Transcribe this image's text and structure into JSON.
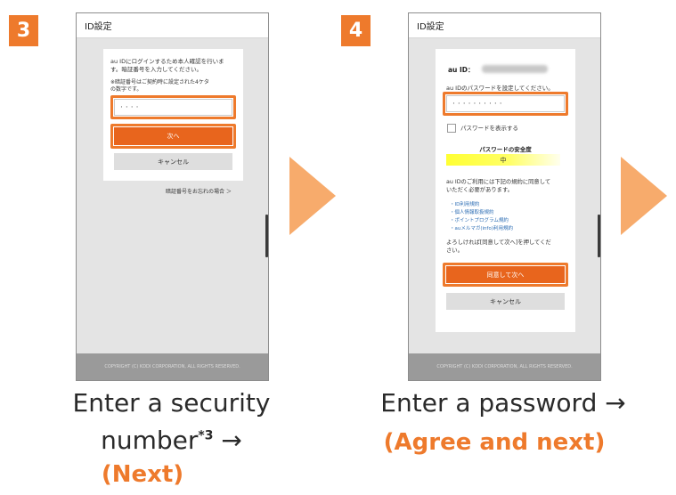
{
  "step3": {
    "badge": "3",
    "header_title": "ID設定",
    "instruction_line1": "au IDにログインするため本人確認を行いま",
    "instruction_line2": "す。暗証番号を入力してください。",
    "note_line1": "※暗証番号はご契約時に設定された4ケタ",
    "note_line2": "の数字です。",
    "pin_value": "····",
    "next_button": "次へ",
    "cancel_button": "キャンセル",
    "forgot_link": "暗証番号をお忘れの場合 ＞",
    "footer": "COPYRIGHT (C) KDDI CORPORATION, ALL RIGHTS RESERVED."
  },
  "step4": {
    "badge": "4",
    "header_title": "ID設定",
    "au_id_label": "au ID：",
    "password_prompt": "au IDのパスワードを設定してください。",
    "password_value": "··········",
    "show_password_label": "パスワードを表示する",
    "strength_title": "パスワードの安全度",
    "strength_value": "中",
    "terms_line1": "au IDのご利用には下記の規約に同意して",
    "terms_line2": "いただく必要があります。",
    "terms_links": [
      "・ID利用規約",
      "・個人情報取扱規約",
      "・ポイントプログラム規約",
      "・auメルマガ(info)利用規約"
    ],
    "confirm_line1": "よろしければ[同意して次へ]を押してくだ",
    "confirm_line2": "さい。",
    "agree_button": "同意して次へ",
    "cancel_button": "キャンセル",
    "footer": "COPYRIGHT (C) KDDI CORPORATION, ALL RIGHTS RESERVED."
  },
  "captions": {
    "step3_line1": "Enter a security",
    "step3_line2_text": "number",
    "step3_line2_sup": "*3",
    "step3_line2_arrow": " →",
    "step3_line3": "(Next)",
    "step4_line1": "Enter a password →",
    "step4_line2": "(Agree and next)"
  },
  "colors": {
    "accent": "#ee7a2c",
    "button": "#e8651d",
    "arrow": "#f7ab6c",
    "strength_yellow": "#ffff33"
  }
}
